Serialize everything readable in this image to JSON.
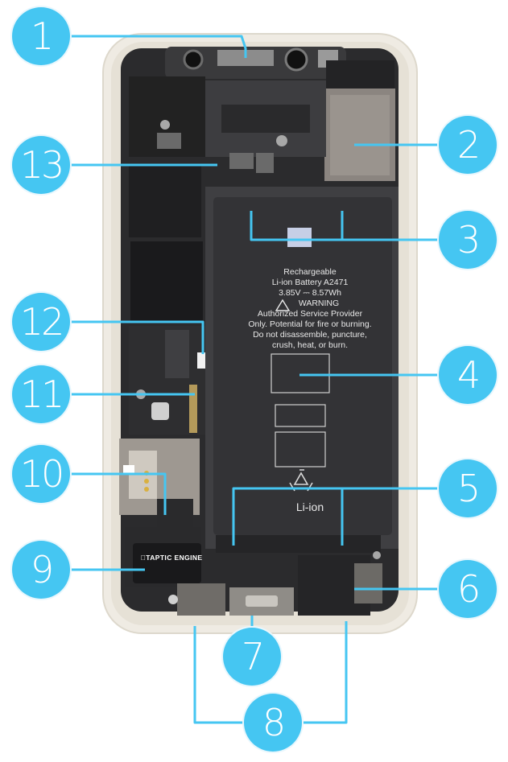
{
  "battery": {
    "lines": [
      "Rechargeable",
      "Li-ion Battery A2471",
      "3.85V ⎓ 8.57Wh",
      "WARNING",
      "Authorized Service Provider",
      "Only.  Potential for fire or burning.",
      "Do not disassemble, puncture,",
      "crush, heat, or burn."
    ],
    "recycle_label": "Li-ion"
  },
  "taptic_label": "TAPTIC ENGINE",
  "callouts": [
    {
      "number": "1"
    },
    {
      "number": "2"
    },
    {
      "number": "3"
    },
    {
      "number": "4"
    },
    {
      "number": "5"
    },
    {
      "number": "6"
    },
    {
      "number": "7"
    },
    {
      "number": "8"
    },
    {
      "number": "9"
    },
    {
      "number": "10"
    },
    {
      "number": "11"
    },
    {
      "number": "12"
    },
    {
      "number": "13"
    }
  ],
  "colors": {
    "callout": "#45c6f2",
    "board": "#2b2b2d",
    "battery": "#333336",
    "frame": "#ece8df"
  }
}
